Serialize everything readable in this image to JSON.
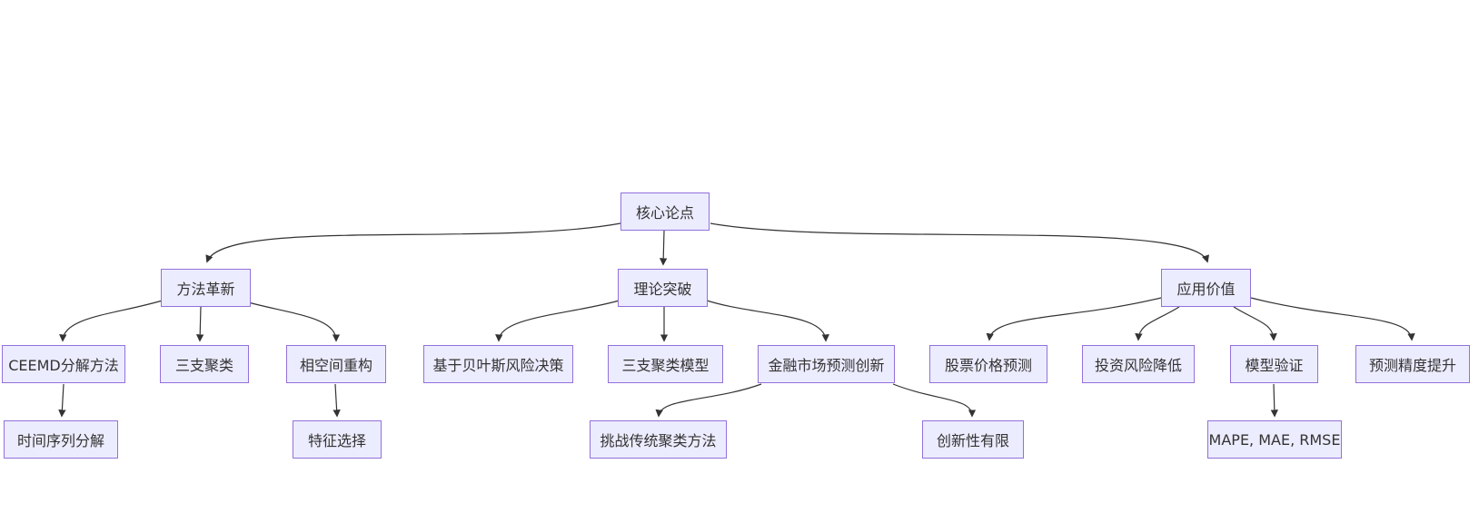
{
  "diagram": {
    "type": "flowchart-top-down",
    "colors": {
      "background": "#ffffff",
      "node_fill": "#ECECFF",
      "node_border": "#9370DB",
      "edge_line": "#333333",
      "node_text": "#333333"
    },
    "nodes": {
      "core": {
        "label": "核心论点"
      },
      "method": {
        "label": "方法革新"
      },
      "theory": {
        "label": "理论突破"
      },
      "application": {
        "label": "应用价值"
      },
      "ceemd": {
        "label": "CEEMD分解方法"
      },
      "threeWayClustering": {
        "label": "三支聚类"
      },
      "phaseSpace": {
        "label": "相空间重构"
      },
      "bayesDecision": {
        "label": "基于贝叶斯风险决策"
      },
      "threeWayModel": {
        "label": "三支聚类模型"
      },
      "financeInnovation": {
        "label": "金融市场预测创新"
      },
      "stockPrediction": {
        "label": "股票价格预测"
      },
      "riskReduction": {
        "label": "投资风险降低"
      },
      "modelValidation": {
        "label": "模型验证"
      },
      "precisionImprovement": {
        "label": "预测精度提升"
      },
      "timeSeriesDecomposition": {
        "label": "时间序列分解"
      },
      "featureSelection": {
        "label": "特征选择"
      },
      "challengeTraditionalClustering": {
        "label": "挑战传统聚类方法"
      },
      "limitedNovelty": {
        "label": "创新性有限"
      },
      "metrics": {
        "label": "MAPE, MAE, RMSE"
      }
    },
    "edges": [
      {
        "from": "核心论点",
        "to": "方法革新"
      },
      {
        "from": "核心论点",
        "to": "理论突破"
      },
      {
        "from": "核心论点",
        "to": "应用价值"
      },
      {
        "from": "方法革新",
        "to": "CEEMD分解方法"
      },
      {
        "from": "方法革新",
        "to": "三支聚类"
      },
      {
        "from": "方法革新",
        "to": "相空间重构"
      },
      {
        "from": "理论突破",
        "to": "基于贝叶斯风险决策"
      },
      {
        "from": "理论突破",
        "to": "三支聚类模型"
      },
      {
        "from": "理论突破",
        "to": "金融市场预测创新"
      },
      {
        "from": "应用价值",
        "to": "股票价格预测"
      },
      {
        "from": "应用价值",
        "to": "投资风险降低"
      },
      {
        "from": "应用价值",
        "to": "模型验证"
      },
      {
        "from": "应用价值",
        "to": "预测精度提升"
      },
      {
        "from": "CEEMD分解方法",
        "to": "时间序列分解"
      },
      {
        "from": "相空间重构",
        "to": "特征选择"
      },
      {
        "from": "金融市场预测创新",
        "to": "挑战传统聚类方法"
      },
      {
        "from": "金融市场预测创新",
        "to": "创新性有限"
      },
      {
        "from": "模型验证",
        "to": "MAPE, MAE, RMSE"
      }
    ]
  }
}
